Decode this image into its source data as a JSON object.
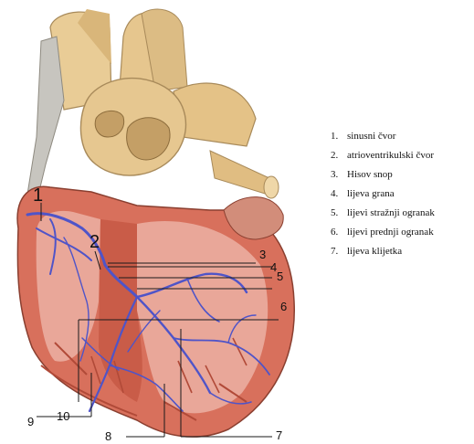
{
  "callouts": [
    "1",
    "2",
    "3",
    "4",
    "5",
    "6",
    "7",
    "8",
    "9",
    "10"
  ],
  "legend": [
    {
      "num": "1.",
      "text": "sinusni čvor"
    },
    {
      "num": "2.",
      "text": "atrioventrikulski čvor"
    },
    {
      "num": "3.",
      "text": "Hisov snop"
    },
    {
      "num": "4.",
      "text": "lijeva grana"
    },
    {
      "num": "5.",
      "text": "lijevi stražnji ogranak"
    },
    {
      "num": "6.",
      "text": "lijevi prednji ogranak"
    },
    {
      "num": "7.",
      "text": "lijeva klijetka"
    }
  ],
  "colors": {
    "conduction": "#4f54c8",
    "myocardium": "#d8705c",
    "vessel": "#e2c48c",
    "chamber": "#e9a799"
  }
}
